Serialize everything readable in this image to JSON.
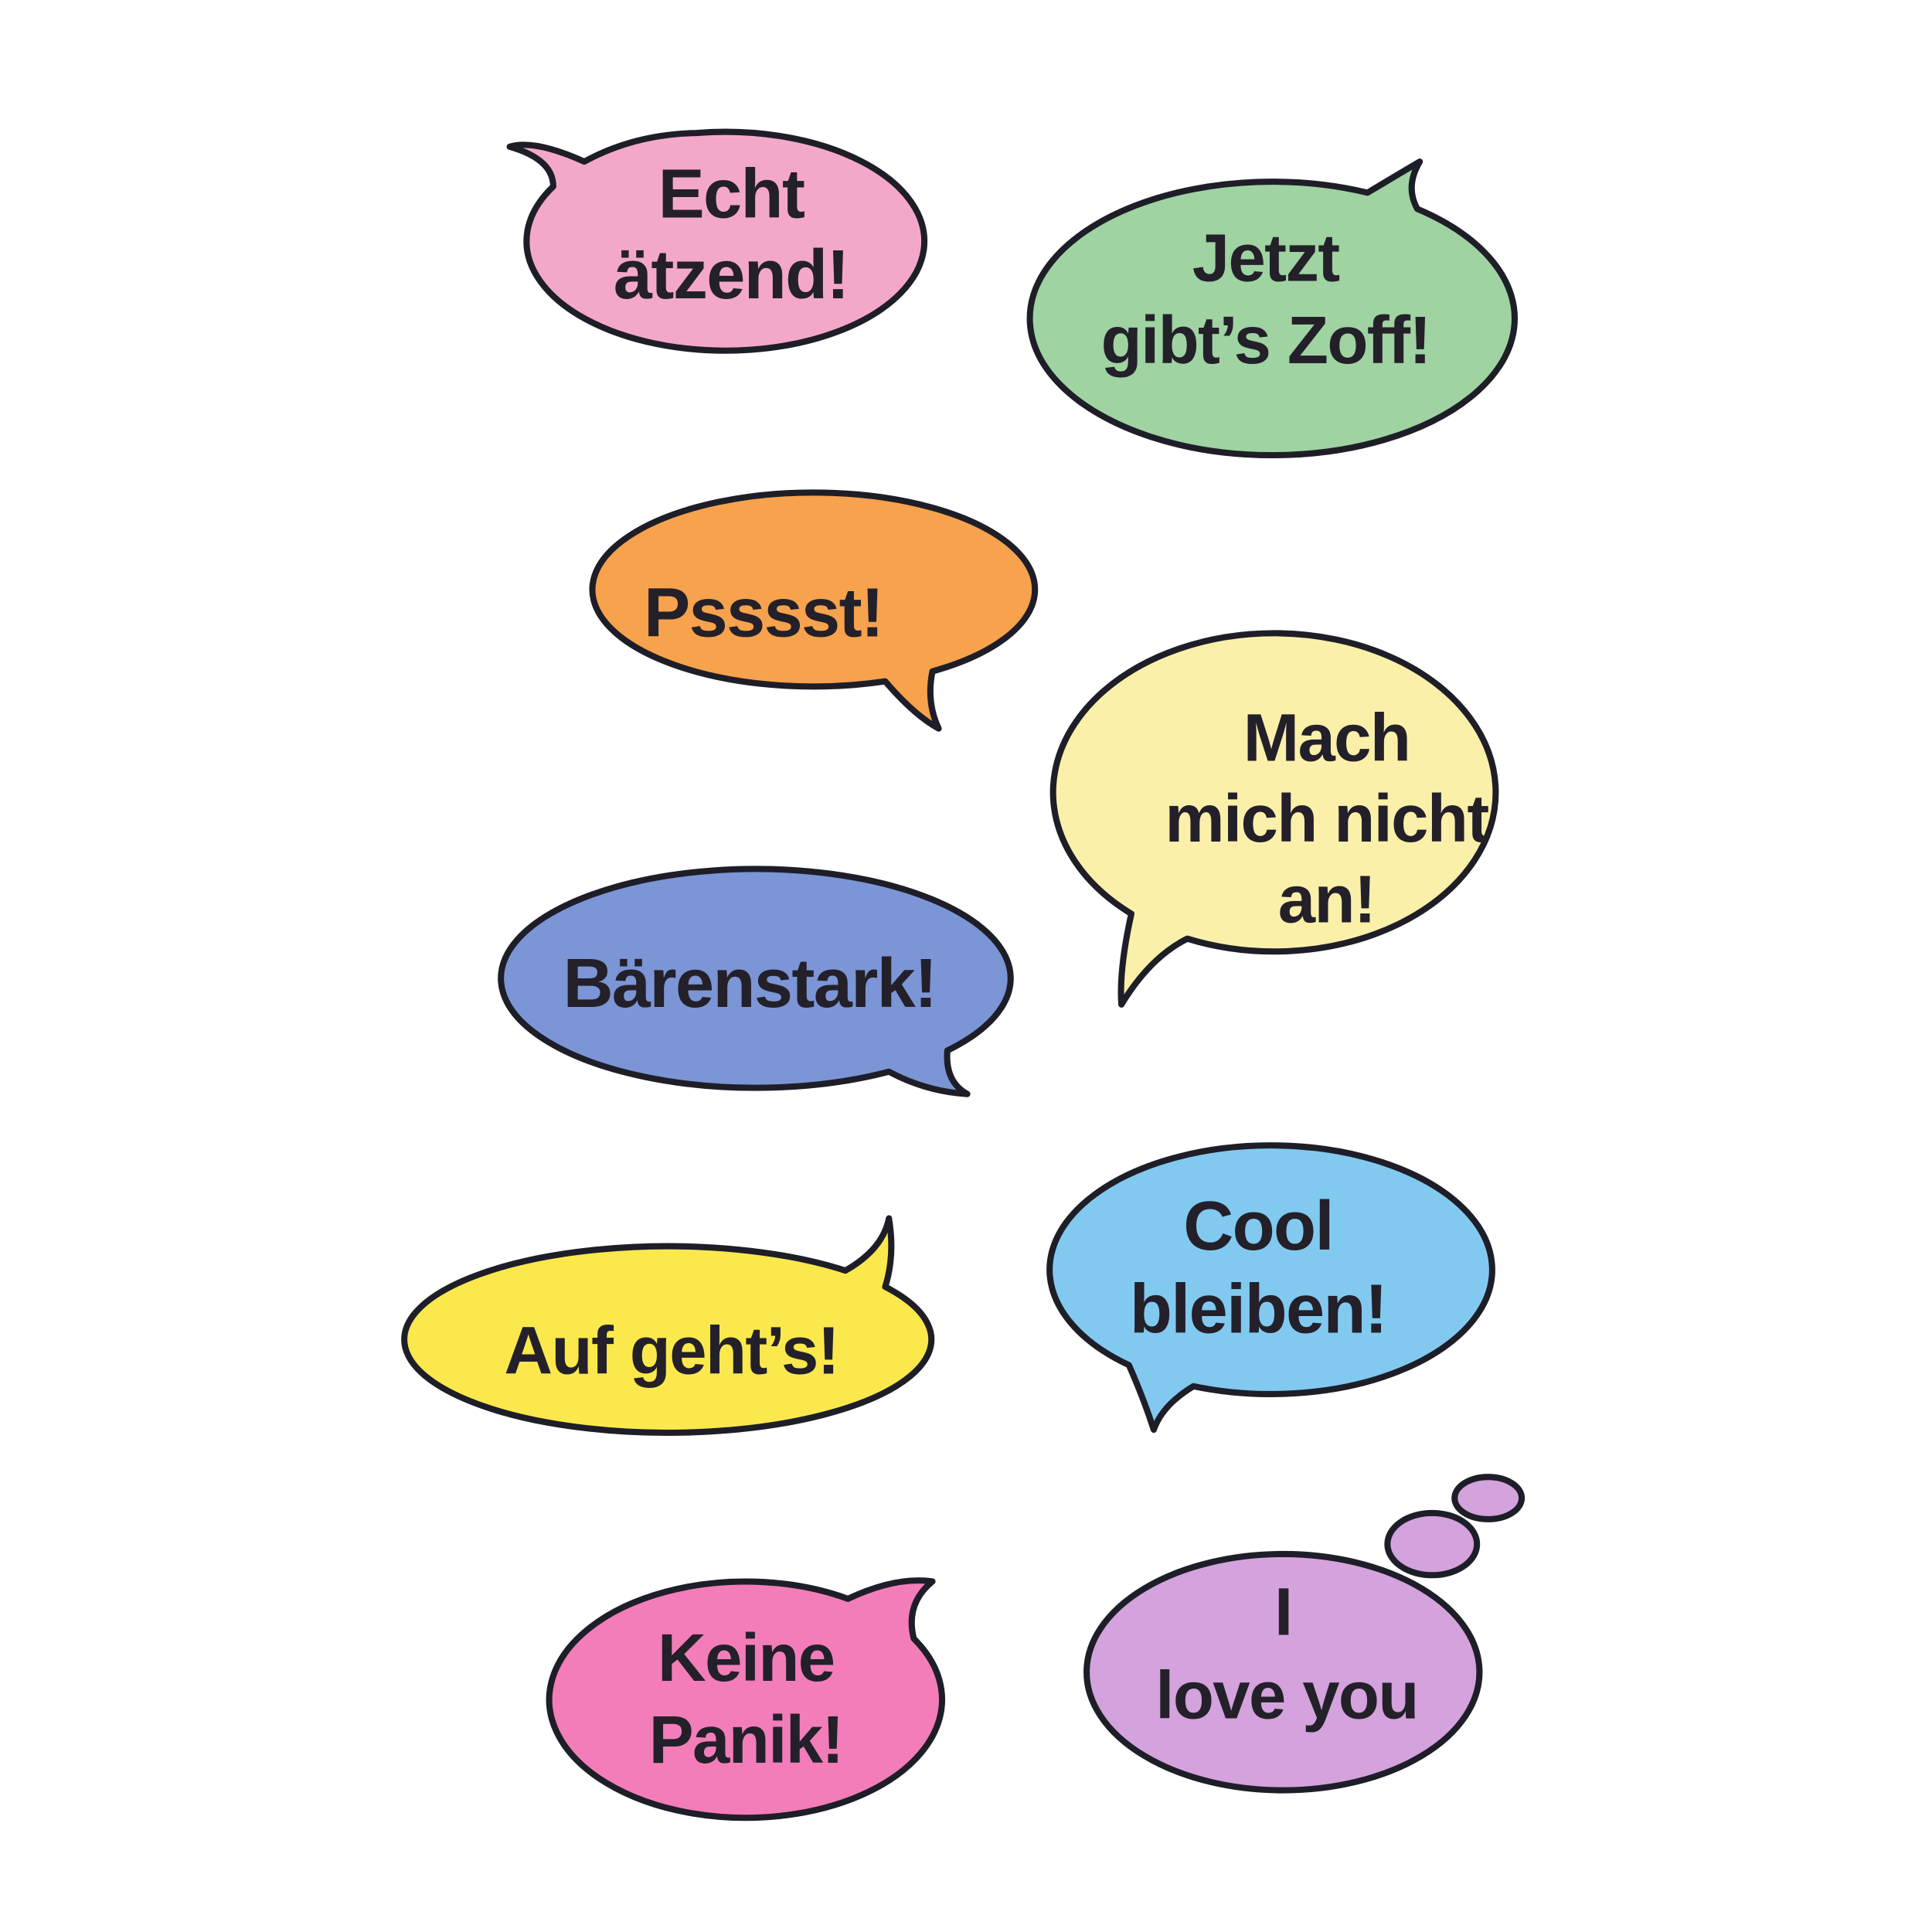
{
  "bubbles": [
    {
      "id": "echt-aetzend",
      "lines": [
        "Echt",
        "ätzend!"
      ],
      "color": "#f4a8c9"
    },
    {
      "id": "jetzt-gibts-zoff",
      "lines": [
        "Jetzt",
        "gibt’s Zoff!"
      ],
      "color": "#9fd3a2"
    },
    {
      "id": "psssst",
      "lines": [
        "Psssst!"
      ],
      "color": "#f7a24c"
    },
    {
      "id": "mach-mich-nicht-an",
      "lines": [
        "Mach",
        "mich nicht",
        "an!"
      ],
      "color": "#fbf0aa"
    },
    {
      "id": "baerenstark",
      "lines": [
        "Bärenstark!"
      ],
      "color": "#7b95d6"
    },
    {
      "id": "auf-gehts",
      "lines": [
        "Auf geht’s!"
      ],
      "color": "#fbe84c"
    },
    {
      "id": "cool-bleiben",
      "lines": [
        "Cool",
        "bleiben!"
      ],
      "color": "#82c9f0"
    },
    {
      "id": "keine-panik",
      "lines": [
        "Keine",
        "Panik!"
      ],
      "color": "#f27db9"
    },
    {
      "id": "i-love-you",
      "lines": [
        "I",
        "love you"
      ],
      "color": "#d4a2dc"
    }
  ]
}
